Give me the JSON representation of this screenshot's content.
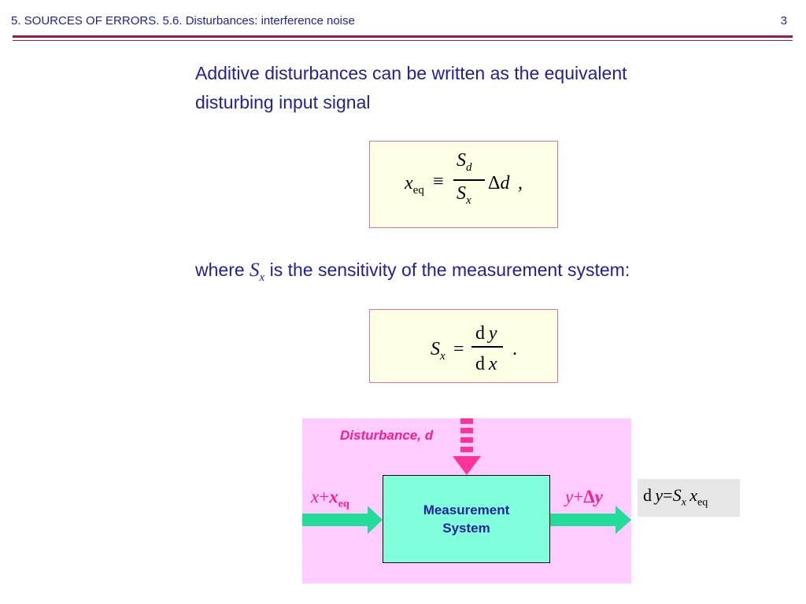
{
  "header": {
    "title": "5. SOURCES OF ERRORS. 5.6. Disturbances: interference noise",
    "page_number": "3"
  },
  "paragraph1": {
    "text": "Additive disturbances can be written as the equivalent disturbing input signal"
  },
  "formula1": {
    "lhs_var": "x",
    "lhs_sub": "eq",
    "equiv": "≡",
    "num_var": "S",
    "num_sub": "d",
    "den_var": "S",
    "den_sub": "x",
    "delta": "Δ",
    "tail_var": "d",
    "tail_punct": ","
  },
  "paragraph2": {
    "prefix": "where",
    "sym": "S",
    "sym_sub": "x",
    "suffix": "is the sensitivity of the measurement system:"
  },
  "formula2": {
    "lhs_var": "S",
    "lhs_sub": "x",
    "eq": "=",
    "num_d": "d",
    "num_var": "y",
    "den_d": "d",
    "den_var": "x",
    "punct": "."
  },
  "diagram": {
    "disturbance_label": "Disturbance, d",
    "block_label": "Measurement System",
    "input_label": {
      "a": "x",
      "op": "+",
      "b": "x",
      "b_sub": "eq"
    },
    "output_label": {
      "a": "y",
      "op": "+",
      "delta": "Δ",
      "b": "y"
    },
    "relation": {
      "d": "d",
      "y": "y",
      "eq": "=",
      "S": "S",
      "S_sub": "x",
      "x": "x",
      "x_sub": "eq"
    },
    "colors": {
      "background": "#ffccff",
      "block": "#80ffdd",
      "arrow_horizontal": "#22dd99",
      "arrow_disturbance": "#ff3399",
      "label": "#ff1a8c",
      "text": "#1f1fa0"
    }
  }
}
